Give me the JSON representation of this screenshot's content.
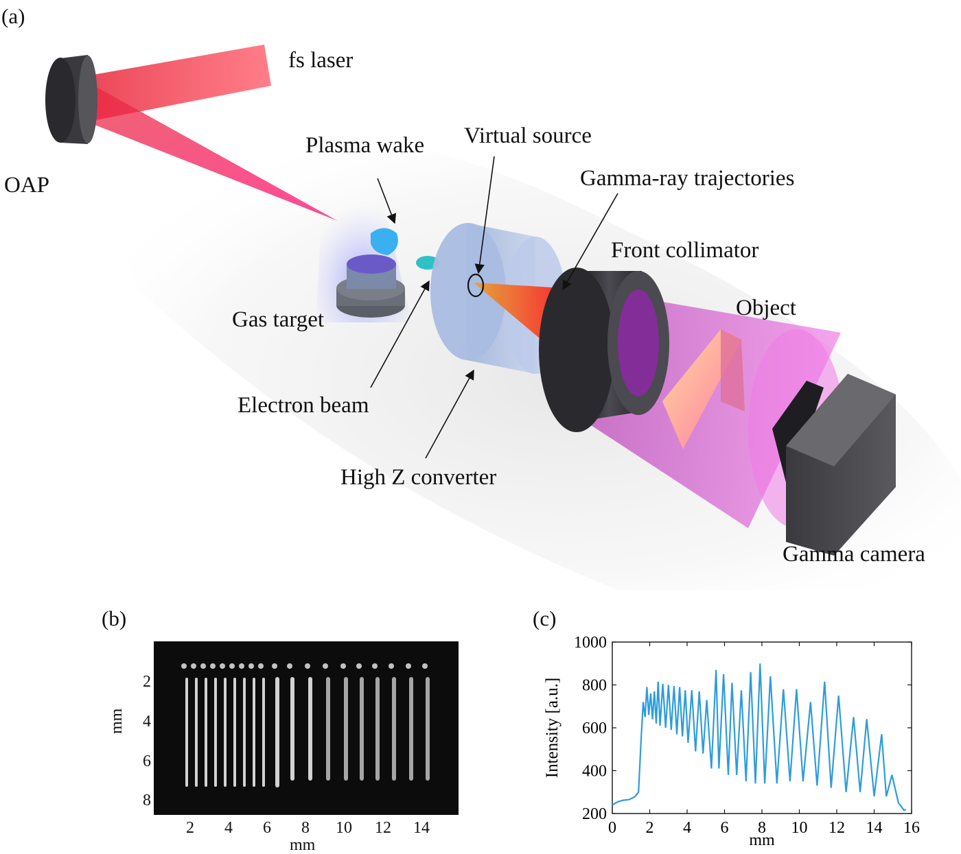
{
  "panels": {
    "a": "(a)",
    "b": "(b)",
    "c": "(c)"
  },
  "schematic_labels": {
    "fs_laser": "fs laser",
    "oap": "OAP",
    "plasma_wake": "Plasma wake",
    "virtual_source": "Virtual source",
    "gamma_trajectories": "Gamma-ray trajectories",
    "front_collimator": "Front collimator",
    "object": "Object",
    "gas_target": "Gas target",
    "electron_beam": "Electron beam",
    "high_z_converter": "High Z converter",
    "gamma_camera": "Gamma camera"
  },
  "image_b": {
    "xlabel": "mm",
    "ylabel": "mm",
    "xticks": [
      "2",
      "4",
      "6",
      "8",
      "10",
      "12",
      "14"
    ],
    "yticks": [
      "2",
      "4",
      "6",
      "8"
    ]
  },
  "colors": {
    "laser": "#e8283c",
    "plasma": "#4a8cff",
    "gamma_cone": "#e060d0",
    "collimator": "#2a2a2e",
    "plot_line": "#2d9cdb"
  },
  "chart_data": {
    "type": "line",
    "title": "",
    "xlabel": "mm",
    "ylabel": "Intensity [a.u.]",
    "xlim": [
      0,
      16
    ],
    "ylim": [
      200,
      1000
    ],
    "xticks": [
      "0",
      "2",
      "4",
      "6",
      "8",
      "10",
      "12",
      "14",
      "16"
    ],
    "yticks": [
      "200",
      "400",
      "600",
      "800",
      "1000"
    ],
    "series": [
      {
        "x": [
          0,
          0.3,
          0.6,
          0.9,
          1.2,
          1.4,
          1.55,
          1.65,
          1.75,
          1.85,
          1.95,
          2.05,
          2.15,
          2.25,
          2.35,
          2.45,
          2.55,
          2.7,
          2.85,
          3.0,
          3.15,
          3.3,
          3.45,
          3.6,
          3.75,
          3.9,
          4.05,
          4.25,
          4.45,
          4.65,
          4.85,
          5.05,
          5.3,
          5.55,
          5.7,
          5.95,
          6.2,
          6.4,
          6.65,
          6.9,
          7.15,
          7.4,
          7.65,
          7.9,
          8.15,
          8.45,
          8.8,
          9.15,
          9.5,
          9.85,
          10.2,
          10.6,
          10.95,
          11.35,
          11.7,
          12.1,
          12.5,
          12.9,
          13.25,
          13.6,
          14.0,
          14.4,
          14.65,
          14.95,
          15.3,
          15.6,
          15.7
        ],
        "y": [
          240,
          255,
          262,
          265,
          278,
          300,
          560,
          720,
          650,
          790,
          660,
          760,
          640,
          770,
          620,
          815,
          610,
          805,
          600,
          800,
          590,
          795,
          570,
          790,
          560,
          775,
          530,
          775,
          490,
          770,
          480,
          730,
          410,
          870,
          410,
          850,
          380,
          810,
          380,
          775,
          350,
          860,
          340,
          900,
          340,
          840,
          340,
          780,
          350,
          780,
          350,
          720,
          330,
          815,
          320,
          750,
          300,
          650,
          300,
          640,
          280,
          570,
          280,
          380,
          250,
          215,
          220
        ]
      }
    ]
  }
}
